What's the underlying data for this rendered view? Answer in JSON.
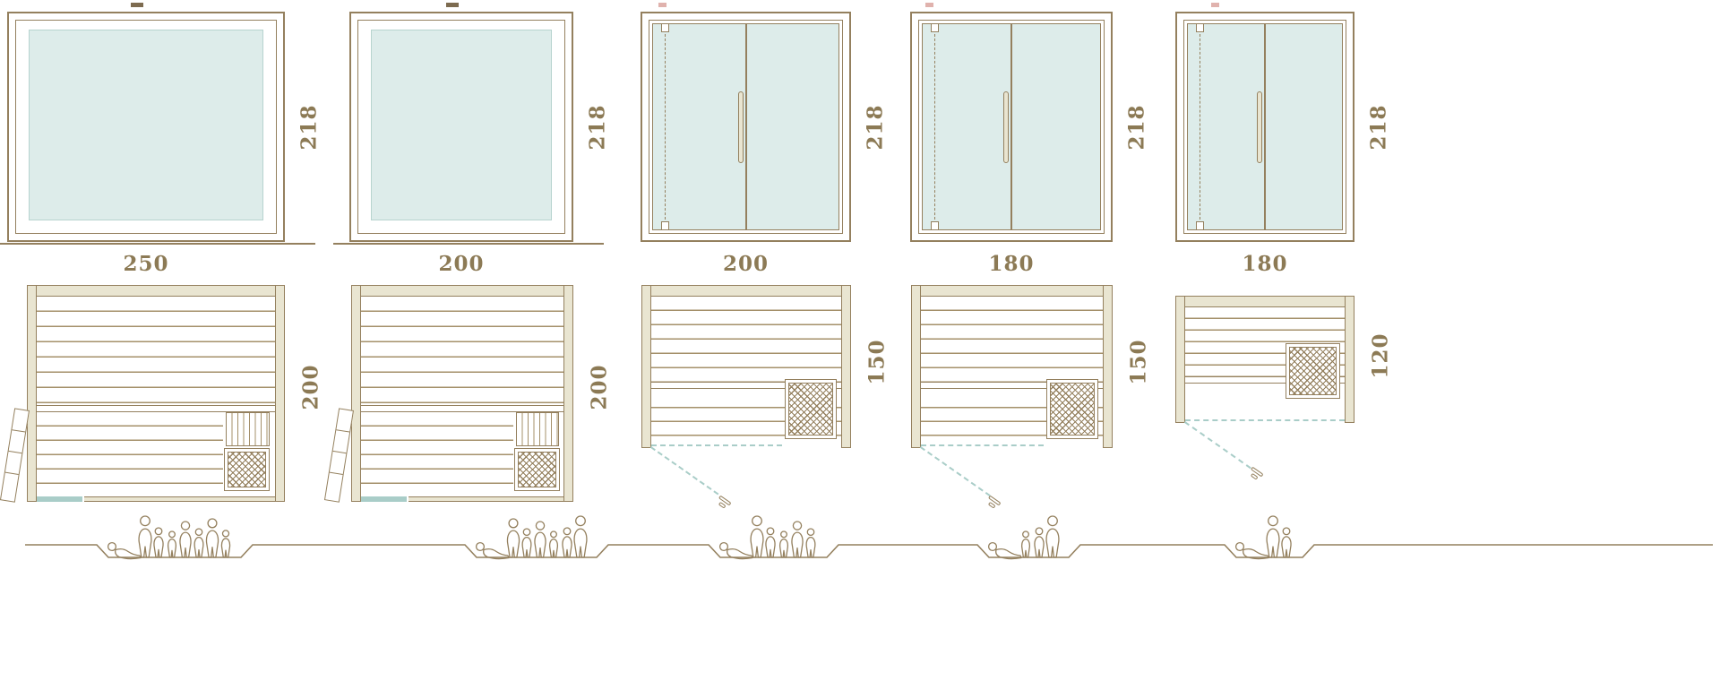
{
  "palette": {
    "line": "#94805e",
    "glass": "#ddecea",
    "wall": "#e9e5d1",
    "teal_glass_dash": "#a9cdc8",
    "text": "#8c7a55"
  },
  "units": [
    {
      "id": "sauna-250x200",
      "front": {
        "height_cm": "218",
        "style": "fixed-glass-panel"
      },
      "width_cm": "250",
      "plan": {
        "depth_cm": "200",
        "door": "hinged-wood-door-front-left",
        "heater": "bottom-right-corner"
      },
      "capacity": {
        "lounging": 1,
        "standing": 7,
        "total": 8
      }
    },
    {
      "id": "sauna-200x200",
      "front": {
        "height_cm": "218",
        "style": "fixed-glass-panel"
      },
      "width_cm": "200",
      "plan": {
        "depth_cm": "200",
        "door": "hinged-wood-door-front-left",
        "heater": "bottom-right-corner"
      },
      "capacity": {
        "lounging": 1,
        "standing": 6,
        "total": 7
      }
    },
    {
      "id": "sauna-200x150",
      "front": {
        "height_cm": "218",
        "style": "glass-double-door"
      },
      "width_cm": "200",
      "plan": {
        "depth_cm": "150",
        "door": "glass-door-front-left",
        "heater": "bottom-right-corner"
      },
      "capacity": {
        "lounging": 1,
        "standing": 5,
        "total": 6
      }
    },
    {
      "id": "sauna-180x150",
      "front": {
        "height_cm": "218",
        "style": "glass-double-door"
      },
      "width_cm": "180",
      "plan": {
        "depth_cm": "150",
        "door": "glass-door-front-left",
        "heater": "bottom-right-corner"
      },
      "capacity": {
        "lounging": 1,
        "standing": 3,
        "total": 4
      }
    },
    {
      "id": "sauna-180x120",
      "front": {
        "height_cm": "218",
        "style": "glass-double-door"
      },
      "width_cm": "180",
      "plan": {
        "depth_cm": "120",
        "door": "glass-door-front-left",
        "heater": "right-side"
      },
      "capacity": {
        "lounging": 1,
        "standing": 2,
        "total": 3
      }
    }
  ],
  "icons": {
    "heater": "crosshatch-square",
    "glass_front": "teal-dashed-line",
    "door_swing": "teal-dashed-diagonal",
    "people": "capacity-silhouettes",
    "ground": "terrain-line-with-recesses"
  }
}
